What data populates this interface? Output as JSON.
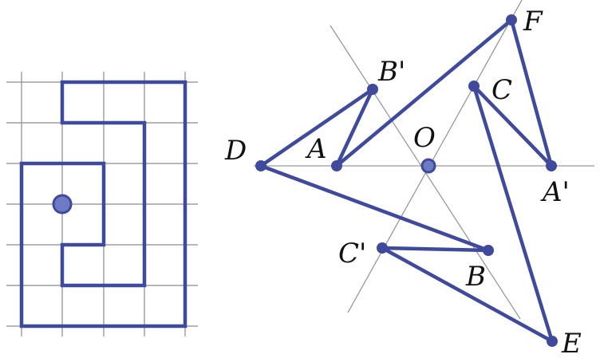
{
  "colors": {
    "figure_stroke": "#3f4a9c",
    "center_point_fill": "#6e7bc4",
    "grid_line": "#8a8a8a",
    "guide_line": "#9a9a9a",
    "label_text": "#111111"
  },
  "left_figure": {
    "center_point": "center-dot"
  },
  "right_figure": {
    "labels": {
      "F": "F",
      "B_prime": "B'",
      "C": "C",
      "D": "D",
      "A": "A",
      "O": "O",
      "A_prime": "A'",
      "C_prime": "C'",
      "B": "B",
      "E": "E"
    }
  }
}
